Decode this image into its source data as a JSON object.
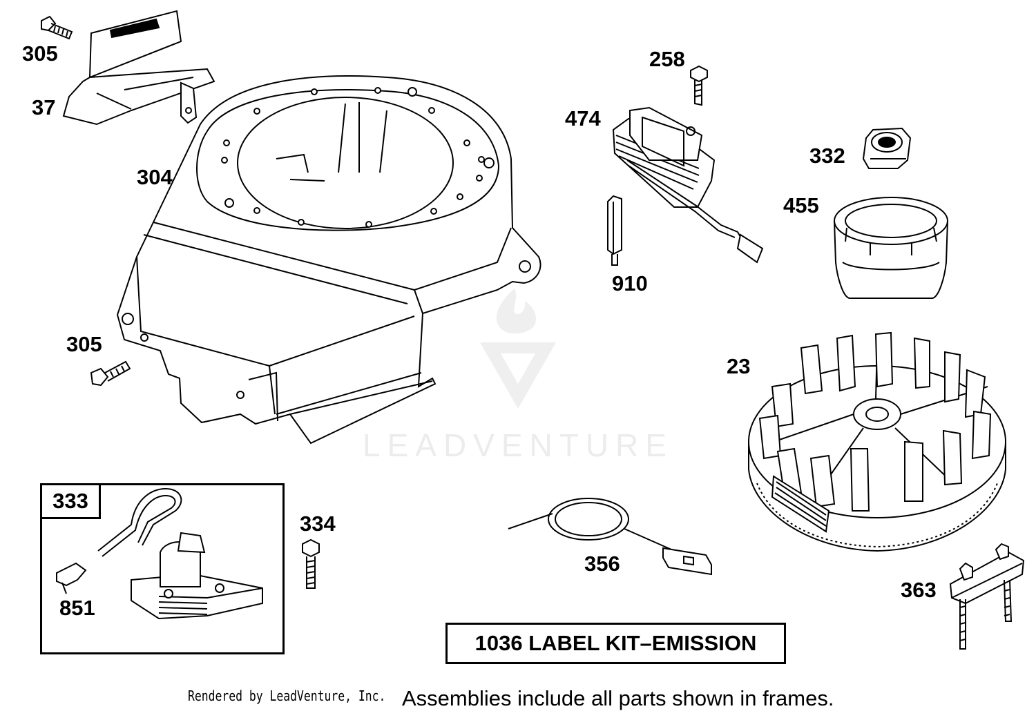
{
  "callouts": {
    "p305a": "305",
    "p37": "37",
    "p304": "304",
    "p305b": "305",
    "p258": "258",
    "p474": "474",
    "p910": "910",
    "p332": "332",
    "p455": "455",
    "p23": "23",
    "p334": "334",
    "p356": "356",
    "p363": "363",
    "p851": "851"
  },
  "frame_333": {
    "label": "333"
  },
  "kit_box": {
    "text": "1036 LABEL KIT–EMISSION"
  },
  "footer": {
    "rendered_by": "Rendered by LeadVenture, Inc.",
    "note": "Assemblies include all parts shown in frames."
  },
  "watermark": {
    "text": "LEADVENTURE"
  },
  "colors": {
    "line": "#000000",
    "watermark": "#ececec",
    "background": "#ffffff"
  }
}
